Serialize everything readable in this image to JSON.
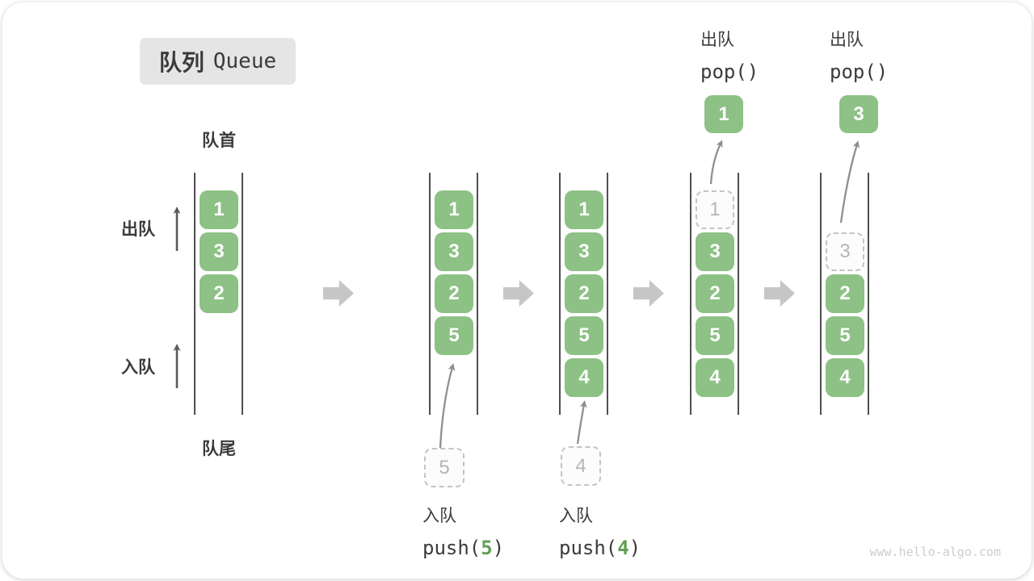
{
  "title": {
    "zh": "队列",
    "en": "Queue"
  },
  "side_labels": {
    "front": "队首",
    "rear": "队尾",
    "dequeue": "出队",
    "enqueue": "入队"
  },
  "states": [
    {
      "name": "initial",
      "boxes": [
        "1",
        "3",
        "2"
      ]
    },
    {
      "name": "after-push-5",
      "boxes": [
        "1",
        "3",
        "2",
        "5"
      ],
      "ghost_value": "5",
      "operation": {
        "label": "入队",
        "fn": "push(",
        "arg": "5",
        "close": ")"
      }
    },
    {
      "name": "after-push-4",
      "boxes": [
        "1",
        "3",
        "2",
        "5",
        "4"
      ],
      "ghost_value": "4",
      "operation": {
        "label": "入队",
        "fn": "push(",
        "arg": "4",
        "close": ")"
      }
    },
    {
      "name": "after-pop-1",
      "boxes": [
        "3",
        "2",
        "5",
        "4"
      ],
      "ghost_value": "1",
      "popped_value": "1",
      "operation": {
        "label": "出队",
        "fn": "pop()"
      }
    },
    {
      "name": "after-pop-3",
      "boxes": [
        "2",
        "5",
        "4"
      ],
      "ghost_value": "3",
      "popped_value": "3",
      "operation": {
        "label": "出队",
        "fn": "pop()"
      }
    }
  ],
  "watermark": "www.hello-algo.com",
  "colors": {
    "box-green": "#8dc185",
    "accent-green": "#5fa052",
    "text-dark": "#3b3b3b",
    "line-dark": "#4f4f4f",
    "curve-arrow": "#8f8f8f",
    "block-arrow": "#c6c6c6",
    "ghost-border": "#c4c4c4",
    "ghost-text": "#b5b5b5",
    "title-bg": "#e5e5e5",
    "watermark-gray": "#cdcdcd"
  }
}
